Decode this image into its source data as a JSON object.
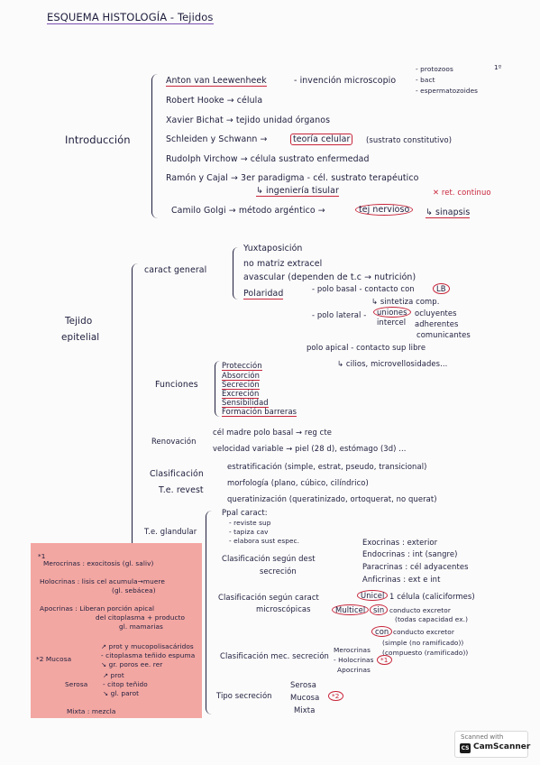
{
  "title": "ESQUEMA HISTOLOGÍA - Tejidos",
  "intro": {
    "label": "Introducción",
    "l1": "Anton van Leewenheek",
    "l1b": "- invención microscopio",
    "l1c": "- protozoos",
    "l1d": "- bact",
    "l1e": "- espermatozoides",
    "l1f": "1º",
    "l2": "Robert Hooke → célula",
    "l3": "Xavier Bichat → tejido unidad órganos",
    "l4a": "Schleiden y Schwann →",
    "l4b": "teoría celular",
    "l4c": "(sustrato constitutivo)",
    "l5": "Rudolph Virchow → célula sustrato enfermedad",
    "l6a": "Ramón y Cajal → 3er paradigma - cél. sustrato terapéutico",
    "l6b": "↳ ingeniería tisular",
    "l6c": "✕ ret. continuo",
    "l7a": "Camilo Golgi → método argéntico →",
    "l7b": "tej nervioso",
    "l7c": "↳ sinapsis"
  },
  "epitelial": {
    "label1": "Tejido",
    "label2": "epitelial",
    "caract": "caract general",
    "c1": "Yuxtaposición",
    "c2": "no matriz extracel",
    "c3": "avascular (dependen de t.c → nutrición)",
    "c4": "Polaridad",
    "c5": "- polo basal - contacto con",
    "c5b": "LB",
    "c6": "↳ sintetiza comp.",
    "c7": "- polo lateral -",
    "c7b": "uniones",
    "c7c": "intercel",
    "c8": "ocluyentes",
    "c9": "adherentes",
    "c10": "comunicantes",
    "c11": "polo apical - contacto sup libre",
    "c12": "↳ cilios, microvellosidades...",
    "funciones": "Funciones",
    "f": [
      "Protección",
      "Absorción",
      "Secreción",
      "Excreción",
      "Sensibilidad",
      "Formación barreras"
    ],
    "renovacion": "Renovación",
    "r1": "cél madre polo basal → reg cte",
    "r2": "velocidad variable → piel (28 d), estómago (3d) ...",
    "clasif": "Clasificación",
    "clasif2": "T.e. revest",
    "cl1": "estratificación (simple, estrat, pseudo, transicional)",
    "cl2": "morfología (plano, cúbico, cilíndrico)",
    "cl3": "queratinización (queratinizado, ortoquerat, no querat)",
    "glandular": "T.e. glandular",
    "g1": "Ppal caract:",
    "g2": "- reviste sup",
    "g3": "- tapiza cav",
    "g4": "- elabora sust espec.",
    "g5a": "Clasificación según dest",
    "g5b": "secreción",
    "g6": "Exocrinas : exterior",
    "g7": "Endocrinas : int (sangre)",
    "g8": "Paracrinas : cél adyacentes",
    "g9": "Anficrinas : ext e int",
    "g10a": "Clasificación según caract",
    "g10b": "microscópicas",
    "g11a": "Unicel",
    "g11b": "1 célula (caliciformes)",
    "g12a": "Multicel",
    "g12b": "sin",
    "g12c": "conducto excretor",
    "g12d": "(todas capacidad ex.)",
    "g13a": "con",
    "g13b": "conducto excretor",
    "g14": "(simple (no ramificado))",
    "g15": "(compuesto (ramificado))",
    "g16": "Clasificación mec. secreción",
    "g17": "Merocrinas",
    "g18": "- Holocrinas",
    "g19": "Apocrinas",
    "g19b": "*1",
    "g20": "Tipo secreción",
    "g21": "Serosa",
    "g22": "Mucosa",
    "g22b": "*2",
    "g23": "Mixta"
  },
  "notes": {
    "n1": "*1",
    "n2": "Merocrinas : exocitosis (gl. saliv)",
    "n3": "Holocrinas : lisis cel acumula→muere",
    "n4": "(gl. sebácea)",
    "n5": "Apocrinas : Liberan porción apical",
    "n6": "del citoplasma + producto",
    "n7": "gl. mamarias",
    "n8": "*2 Mucosa",
    "n9": "↗ prot y mucopolisacáridos",
    "n10": "- citoplasma teñido espuma",
    "n11": "↘ gr. poros ee. rer",
    "n12": "Serosa",
    "n13": "↗ prot",
    "n14": "- citop teñido",
    "n15": "↘ gl. parot",
    "n16": "Mixta : mezcla"
  },
  "scanner": {
    "top": "Scanned with",
    "logo": "CS",
    "name": "CamScanner"
  }
}
